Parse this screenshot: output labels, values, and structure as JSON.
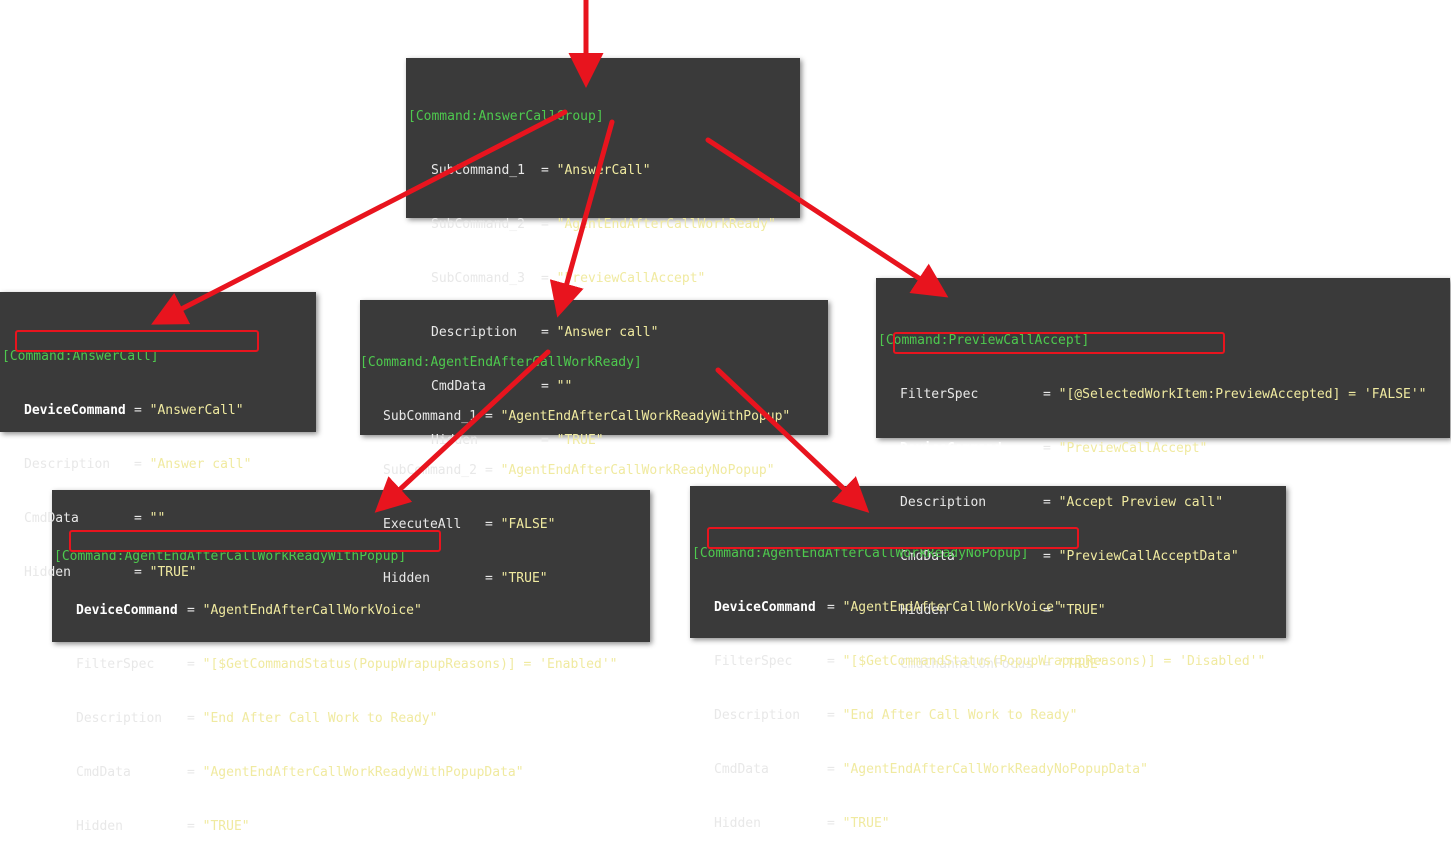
{
  "colors": {
    "arrow": "#e8141e",
    "panel_bg": "#3a3a3a",
    "header": "#4ec94e",
    "value": "#f0eaa0",
    "key": "#e8e8e8"
  },
  "groups": [
    {
      "header": "[Command:AnswerCallGroup]",
      "rows": [
        {
          "key": "SubCommand_1",
          "value": "\"AnswerCall\""
        },
        {
          "key": "SubCommand_2",
          "value": "\"AgentEndAfterCallWorkReady\""
        },
        {
          "key": "SubCommand_3",
          "value": "\"PreviewCallAccept\""
        },
        {
          "key": "Description",
          "value": "\"Answer call\""
        },
        {
          "key": "CmdData",
          "value": "\"\""
        },
        {
          "key": "Hidden",
          "value": "\"TRUE\""
        }
      ]
    },
    {
      "header": "[Command:AnswerCall]",
      "rows": [
        {
          "key": "DeviceCommand",
          "value": "\"AnswerCall\""
        },
        {
          "key": "Description",
          "value": "\"Answer call\""
        },
        {
          "key": "CmdData",
          "value": "\"\""
        },
        {
          "key": "Hidden",
          "value": "\"TRUE\""
        }
      ]
    },
    {
      "header": "[Command:AgentEndAfterCallWorkReady]",
      "rows": [
        {
          "key": "SubCommand_1",
          "value": "\"AgentEndAfterCallWorkReadyWithPopup\""
        },
        {
          "key": "SubCommand_2",
          "value": "\"AgentEndAfterCallWorkReadyNoPopup\""
        },
        {
          "key": "ExecuteAll",
          "value": "\"FALSE\""
        },
        {
          "key": "Hidden",
          "value": "\"TRUE\""
        }
      ]
    },
    {
      "header": "[Command:PreviewCallAccept]",
      "rows": [
        {
          "key": "FilterSpec",
          "value": "\"[@SelectedWorkItem:PreviewAccepted] = 'FALSE'\""
        },
        {
          "key": "DeviceCommand",
          "value": "\"PreviewCallAccept\""
        },
        {
          "key": "Description",
          "value": "\"Accept Preview call\""
        },
        {
          "key": "CmdData",
          "value": "\"PreviewCallAcceptData\""
        },
        {
          "key": "Hidden",
          "value": "\"TRUE\""
        },
        {
          "key": "CmdChannelOnFocus",
          "value": "\"TRUE\""
        }
      ]
    },
    {
      "header": "[Command:AgentEndAfterCallWorkReadyWithPopup]",
      "rows": [
        {
          "key": "DeviceCommand",
          "value": "\"AgentEndAfterCallWorkVoice\""
        },
        {
          "key": "FilterSpec",
          "value": "\"[$GetCommandStatus(PopupWrapupReasons)] = 'Enabled'\""
        },
        {
          "key": "Description",
          "value": "\"End After Call Work to Ready\""
        },
        {
          "key": "CmdData",
          "value": "\"AgentEndAfterCallWorkReadyWithPopupData\""
        },
        {
          "key": "Hidden",
          "value": "\"TRUE\""
        }
      ]
    },
    {
      "header": "[Command:AgentEndAfterCallWorkReadyNoPopup]",
      "rows": [
        {
          "key": "DeviceCommand",
          "value": "\"AgentEndAfterCallWorkVoice\""
        },
        {
          "key": "FilterSpec",
          "value": "\"[$GetCommandStatus(PopupWrapupReasons)] = 'Disabled'\""
        },
        {
          "key": "Description",
          "value": "\"End After Call Work to Ready\""
        },
        {
          "key": "CmdData",
          "value": "\"AgentEndAfterCallWorkReadyNoPopupData\""
        },
        {
          "key": "Hidden",
          "value": "\"TRUE\""
        }
      ]
    }
  ]
}
